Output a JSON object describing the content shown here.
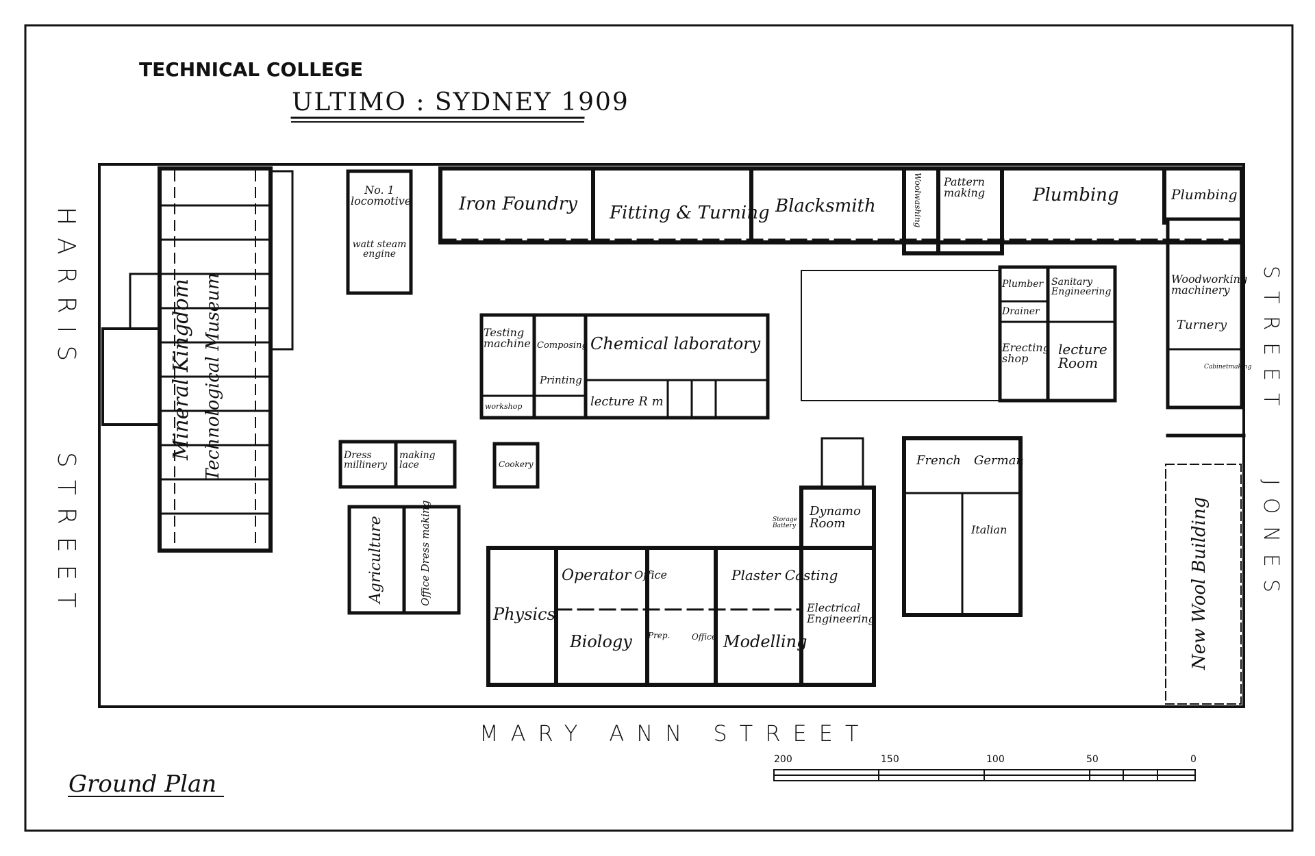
{
  "title": {
    "line1": "TECHNICAL COLLEGE",
    "line2": "ULTIMO : SYDNEY  1909"
  },
  "caption": "Ground Plan",
  "streets": {
    "west": "HARRIS STREET",
    "west_top": "HARRIS",
    "west_bottom": "STREET",
    "south": "MARY ANN STREET",
    "east_top": "STREET",
    "east_bottom": "JONES"
  },
  "rooms": {
    "locomotive": "No. 1 locomotive",
    "watt_engine": "watt steam engine",
    "iron_foundry": "Iron Foundry",
    "fitting_turning": "Fitting & Turning",
    "blacksmith": "Blacksmith",
    "woolwashing": "Woolwashing",
    "pattern_making": "Pattern making",
    "plumbing_1": "Plumbing",
    "plumbing_2": "Plumbing",
    "plumber_drainer": "Plumber",
    "drainer": "Drainer",
    "sanitary": "Sanitary Engineering",
    "erecting_shop": "Erecting shop",
    "lecture_room": "lecture Room",
    "woodworking": "Woodworking machinery",
    "turnery": "Turnery",
    "cabinetmaking": "Cabinetmaking",
    "museum_1": "Mineral Kingdom",
    "museum_2": "Technological Museum",
    "testing_machine": "Testing machine",
    "composing": "Composing",
    "printing": "Printing",
    "chemical_lab": "Chemical laboratory",
    "lecture_rm": "lecture R m",
    "workshop": "workshop",
    "dress_millinery": "Dress millinery",
    "making_lace": "making lace",
    "cookery": "Cookery",
    "agriculture": "Agriculture",
    "office_dress": "Office Dress making",
    "physics": "Physics",
    "operator": "Operator",
    "office_1": "Office",
    "plaster_casting": "Plaster Casting",
    "biology": "Biology",
    "prep": "Prep.",
    "office_2": "Office",
    "modelling": "Modelling",
    "electrical": "Electrical Engineering",
    "dynamo_room": "Dynamo Room",
    "storage_battery": "Storage Battery",
    "french": "French",
    "german": "German",
    "italian": "Italian",
    "new_wool": "New Wool Building"
  },
  "scale": {
    "ticks": [
      "200",
      "150",
      "100",
      "50",
      "0"
    ]
  }
}
